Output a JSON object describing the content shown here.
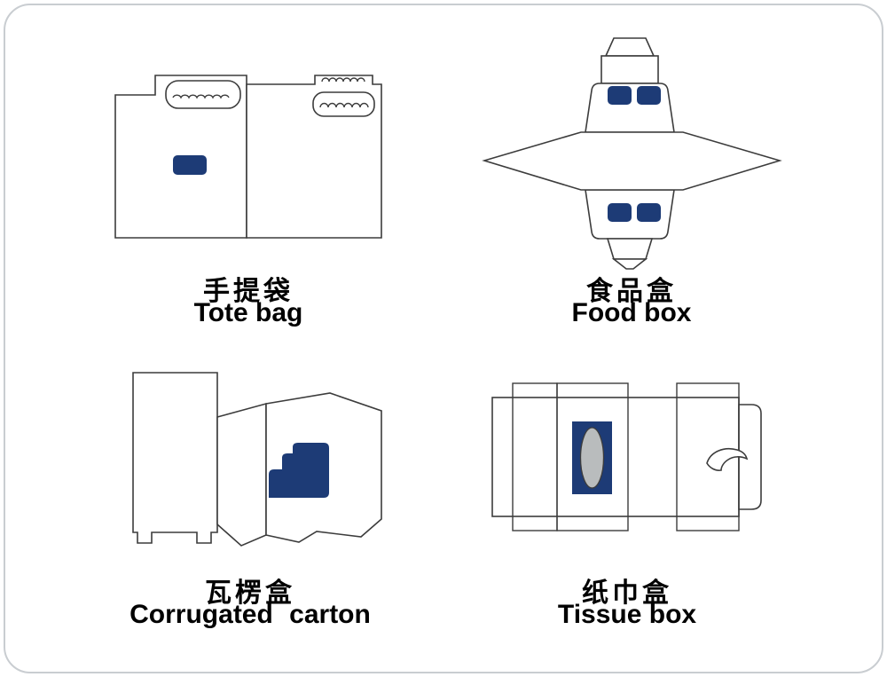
{
  "colors": {
    "frame": "#c9cdd1",
    "line": "#3c3c3c",
    "accent": "#1d3b76",
    "oval_gray": "#b9bcbd"
  },
  "figures": [
    {
      "name": "tote-bag-dieline"
    },
    {
      "name": "food-box-dieline"
    },
    {
      "name": "corrugated-carton-dieline"
    },
    {
      "name": "tissue-box-dieline"
    }
  ],
  "labels": [
    {
      "zh": "手提袋",
      "en": "Tote bag"
    },
    {
      "zh": "食品盒",
      "en": "Food box"
    },
    {
      "zh": "瓦楞盒",
      "en": "Corrugated carton"
    },
    {
      "zh": "纸巾盒",
      "en": "Tissue box"
    }
  ]
}
